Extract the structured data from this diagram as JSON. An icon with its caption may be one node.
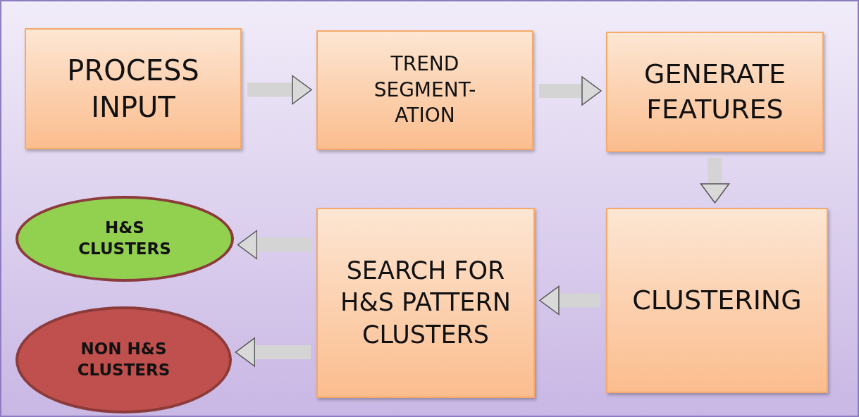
{
  "diagram": {
    "nodes": [
      {
        "text": [
          "PROCESS INPUT"
        ]
      },
      {
        "text": [
          "TREND SEGMENT- ATION"
        ]
      },
      {
        "text": [
          "GENERATE FEATURES"
        ]
      },
      {
        "text": [
          "CLUSTERING"
        ]
      },
      {
        "text": [
          "SEARCH FOR H&S PATTERN CLUSTERS"
        ]
      },
      {
        "text": [
          "H&S CLUSTERS"
        ]
      },
      {
        "text": [
          "NON H&S CLUSTERS"
        ]
      }
    ],
    "edges": [
      {
        "from": 0,
        "to": 1,
        "arrow": "to"
      },
      {
        "from": 1,
        "to": 2,
        "arrow": "to"
      },
      {
        "from": 2,
        "to": 3,
        "arrow": "to"
      },
      {
        "from": 3,
        "to": 4,
        "arrow": "to"
      },
      {
        "from": 4,
        "to": 5,
        "arrow": "to"
      },
      {
        "from": 4,
        "to": 6,
        "arrow": "to"
      }
    ]
  }
}
